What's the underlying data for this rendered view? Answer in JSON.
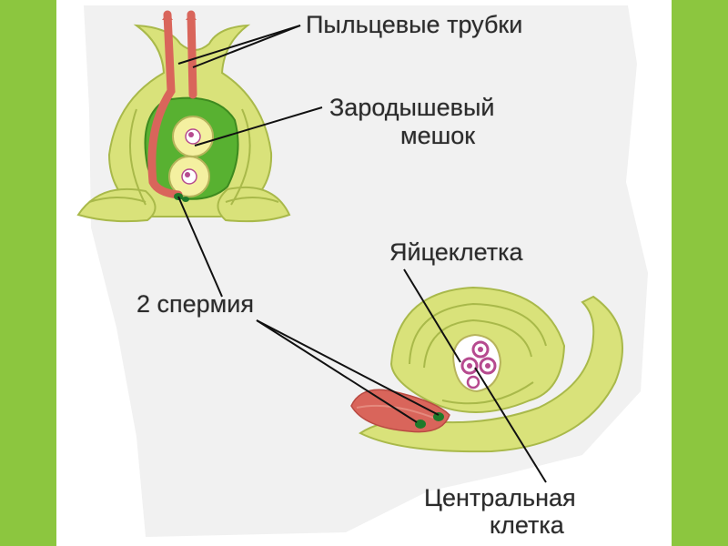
{
  "colors": {
    "outer_border": "#8cc63f",
    "panel": "#ffffff",
    "backdrop": "#f1f1f1",
    "tissue": "#d9e27a",
    "tissue_dark": "#a9b94a",
    "embryo_sac": "#58b131",
    "pollen_tube": "#d9655b",
    "egg": "#f4f0a0",
    "nucleus": "#b64a8f",
    "sperm": "#1f7a2a",
    "leader": "#111111"
  },
  "labels": {
    "pollen_tubes": "Пыльцевые трубки",
    "embryo_sac_line1": "Зародышевый",
    "embryo_sac_line2": "мешок",
    "egg_cell": "Яйцеклетка",
    "two_sperms": "2 спермия",
    "central_cell_line1": "Центральная",
    "central_cell_line2": "клетка"
  }
}
